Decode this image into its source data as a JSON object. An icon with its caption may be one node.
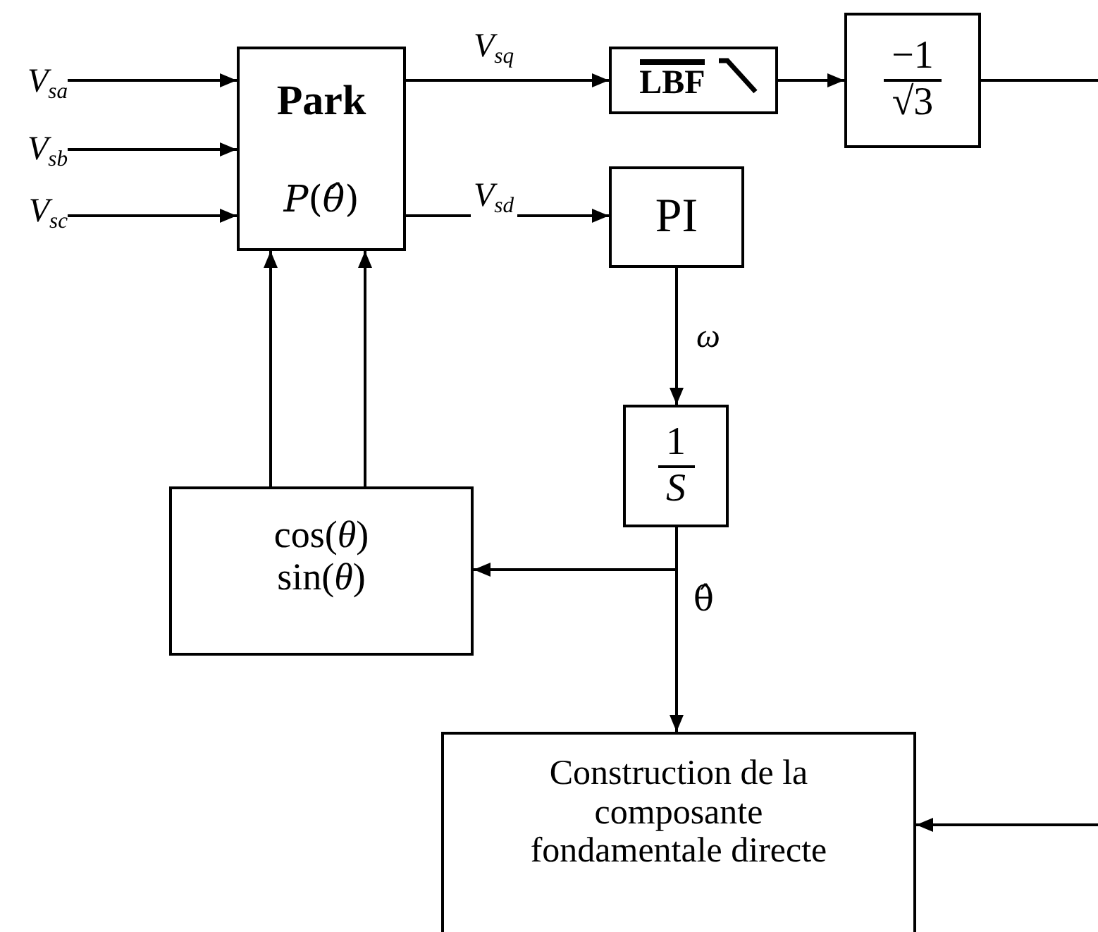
{
  "diagram": {
    "nodes": [
      {
        "text": [
          "V$_{sa}$"
        ]
      },
      {
        "text": [
          "V$_{sb}$"
        ]
      },
      {
        "text": [
          "V$_{sc}$"
        ]
      },
      {
        "text": [
          "Park",
          "*P*(*θ̂*)"
        ]
      },
      {
        "text": [
          "LBF"
        ]
      },
      {
        "text": [
          "−1",
          "√3"
        ]
      },
      {
        "text": [
          "PI"
        ]
      },
      {
        "text": [
          "1",
          "*S*"
        ]
      },
      {
        "text": [
          "cos(*θ*)",
          "sin(*θ*)"
        ]
      },
      {
        "text": [
          "Construction de la composante fondamentale directe"
        ]
      }
    ],
    "edges": [
      {
        "from": 0,
        "to": 3,
        "arrow": "to"
      },
      {
        "from": 1,
        "to": 3,
        "arrow": "to"
      },
      {
        "from": 2,
        "to": 3,
        "arrow": "to"
      },
      {
        "from": 3,
        "to": 4,
        "arrow": "to",
        "label": "V$_{sq}$"
      },
      {
        "from": 4,
        "to": 5,
        "arrow": "to"
      },
      {
        "from": 5,
        "to": null,
        "arrow": "none"
      },
      {
        "from": 3,
        "to": 6,
        "arrow": "to",
        "label": "V$_{sd}$"
      },
      {
        "from": 6,
        "to": 7,
        "arrow": "to",
        "label": "ω"
      },
      {
        "from": 7,
        "to": 8,
        "arrow": "to"
      },
      {
        "from": 7,
        "to": 9,
        "arrow": "to",
        "label": "θ̂"
      },
      {
        "from": 8,
        "to": 3,
        "arrow": "to"
      },
      {
        "from": 8,
        "to": 3,
        "arrow": "to"
      },
      {
        "from": null,
        "to": 9,
        "arrow": "to"
      }
    ]
  }
}
